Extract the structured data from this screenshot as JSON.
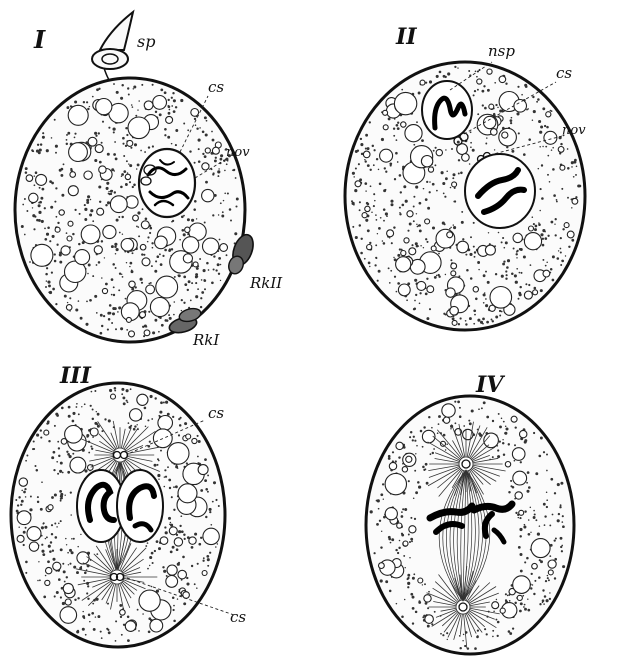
{
  "panels": [
    {
      "numeral": "I",
      "labels": {
        "sp": "sp",
        "cs": "cs",
        "nov": "nov",
        "rk2": "RkII",
        "rk1": "RkI"
      }
    },
    {
      "numeral": "II",
      "labels": {
        "nsp": "nsp",
        "cs": "cs",
        "nov": "nov"
      }
    },
    {
      "numeral": "III",
      "labels": {
        "cs_top": "cs",
        "cs_bottom": "cs"
      }
    },
    {
      "numeral": "IV",
      "labels": {}
    }
  ],
  "colors": {
    "ink": "#111111",
    "paper": "#ffffff"
  }
}
